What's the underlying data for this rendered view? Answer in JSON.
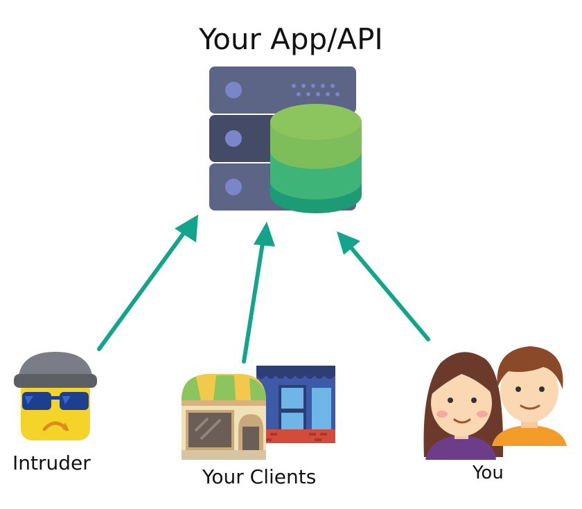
{
  "diagram": {
    "title": "Your App/API",
    "actors": [
      {
        "id": "intruder",
        "label": "Intruder"
      },
      {
        "id": "clients",
        "label": "Your Clients"
      },
      {
        "id": "you",
        "label": "You"
      }
    ],
    "colors": {
      "arrow": "#12a58c",
      "server": "#5d6587",
      "server_dark": "#444b66",
      "db_top": "#8cc55e",
      "db_mid": "#3fb478",
      "db_bot": "#1d9b74"
    },
    "icons": [
      "server-icon",
      "database-icon",
      "intruder-icon",
      "shop-icon",
      "store-icon",
      "woman-icon",
      "man-icon"
    ]
  }
}
